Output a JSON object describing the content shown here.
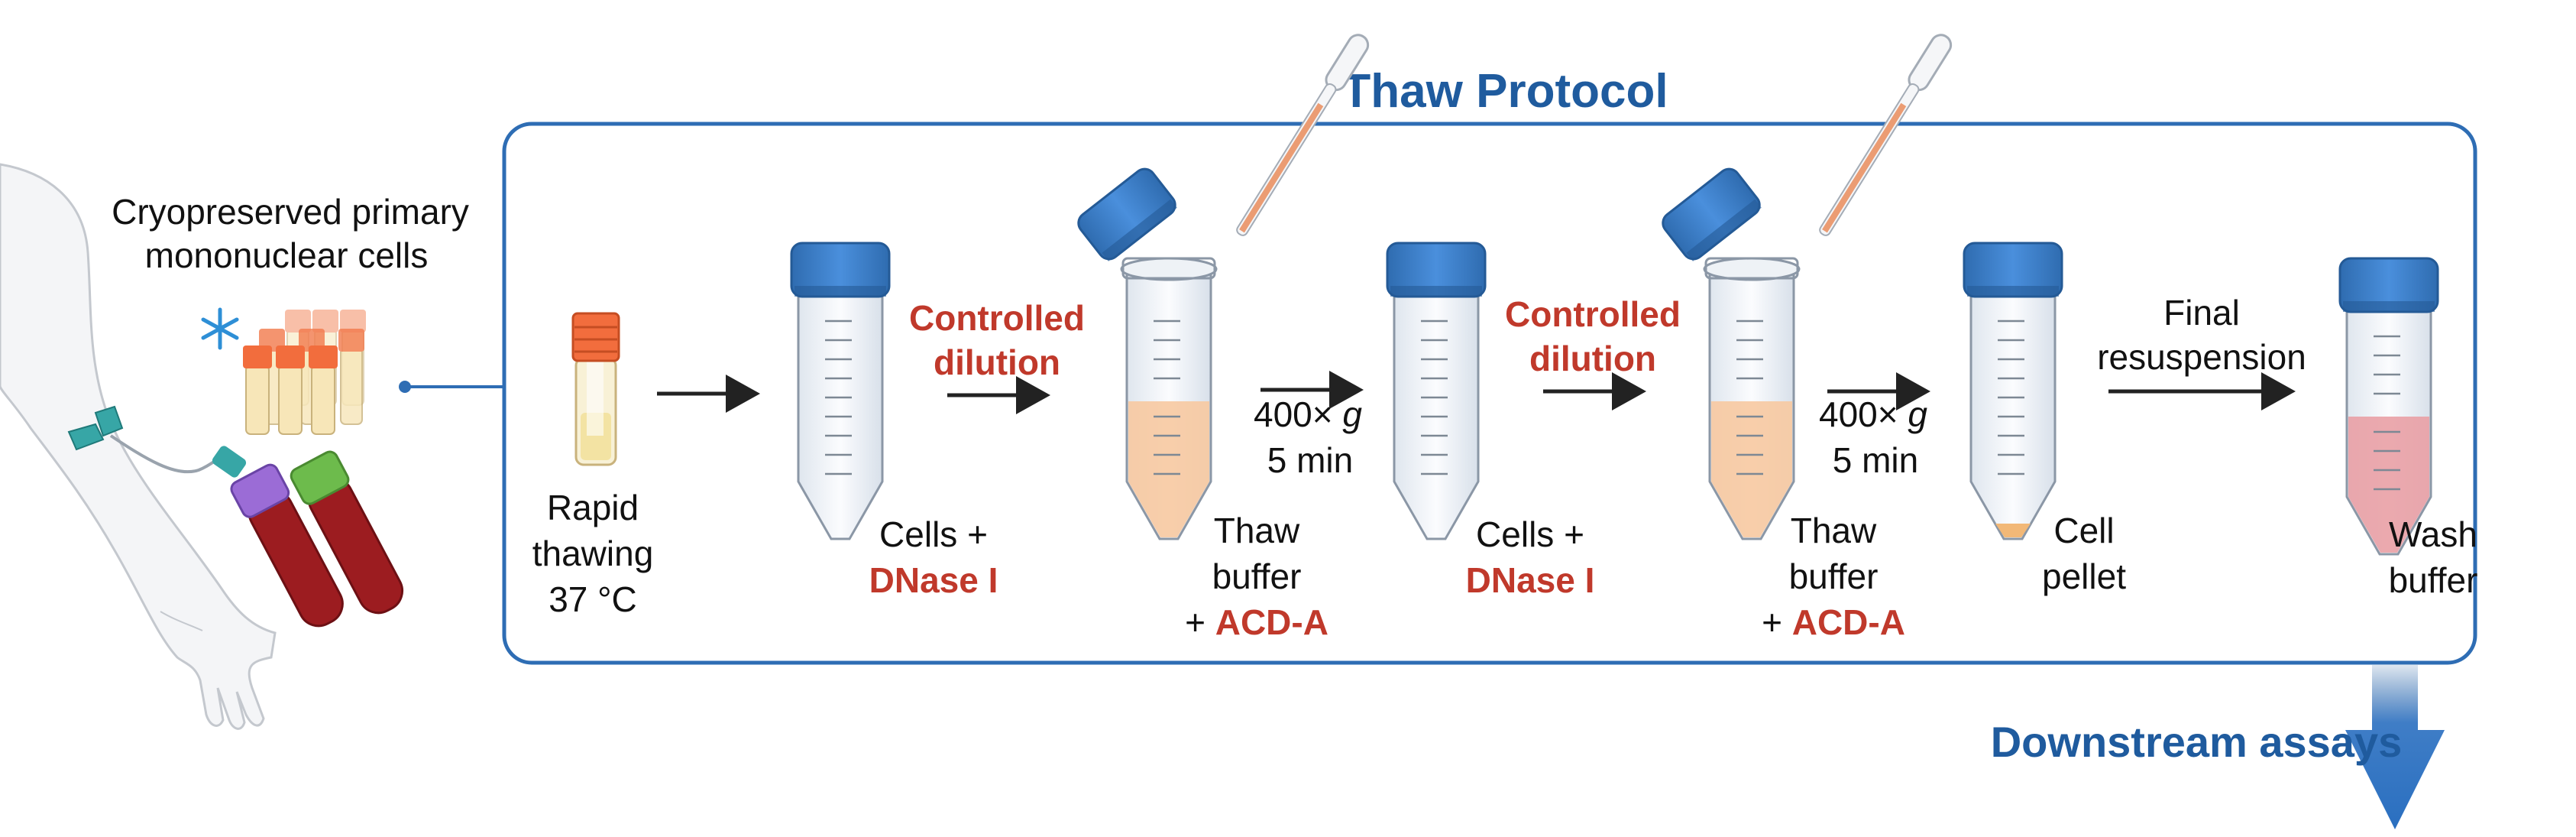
{
  "title": "Thaw Protocol",
  "source": {
    "label_line1": "Cryopreserved primary",
    "label_line2": "mononuclear cells",
    "snowflake_icon": "snowflake-icon"
  },
  "steps": [
    {
      "id": "thaw",
      "lines": [
        "Rapid",
        "thawing",
        "37 °C"
      ]
    },
    {
      "id": "cells1",
      "line1": "Cells +",
      "line2_red": "DNase I"
    },
    {
      "id": "dil1",
      "lines": [
        "Controlled",
        "dilution"
      ]
    },
    {
      "id": "buffer1",
      "lines": [
        "Thaw",
        "buffer"
      ],
      "line3_prefix": "+ ",
      "line3_red": "ACD-A"
    },
    {
      "id": "spin1",
      "speed_prefix": "400×",
      "speed_unit": "g",
      "time": "5 min"
    },
    {
      "id": "cells2",
      "line1": "Cells +",
      "line2_red": "DNase I"
    },
    {
      "id": "dil2",
      "lines": [
        "Controlled",
        "dilution"
      ]
    },
    {
      "id": "buffer2",
      "lines": [
        "Thaw",
        "buffer"
      ],
      "line3_prefix": "+ ",
      "line3_red": "ACD-A"
    },
    {
      "id": "spin2",
      "speed_prefix": "400×",
      "speed_unit": "g",
      "time": "5 min"
    },
    {
      "id": "pellet",
      "lines": [
        "Cell",
        "pellet"
      ]
    },
    {
      "id": "resusp",
      "lines": [
        "Final",
        "resuspension"
      ]
    },
    {
      "id": "wash",
      "lines": [
        "Wash",
        "buffer"
      ]
    }
  ],
  "footer": "Downstream assays",
  "colors": {
    "accent_blue": "#1f5b9e",
    "highlight_red": "#c0392b",
    "cap_blue": "#3f7fc6",
    "vial_orange": "#f26d3d",
    "buffer_peach": "#f7c9a1",
    "wash_pink": "#e9a0a5",
    "blood_red": "#9c1c20"
  }
}
